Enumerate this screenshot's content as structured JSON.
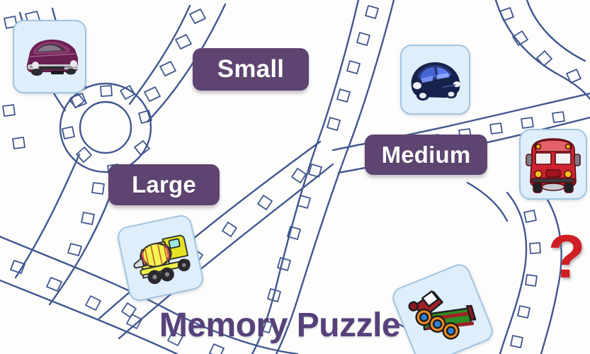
{
  "app": {
    "title": "Memory Puzzle",
    "background_color": "#fdfdfc",
    "accent_color": "#5e4471",
    "title_color": "#56417a",
    "road_line_color": "#41578f",
    "card_fill_color": "#dfeefb",
    "card_border_color": "#9fc4e0",
    "question_color": "#cf1f24"
  },
  "difficulty_buttons": [
    {
      "label": "Small",
      "name": "small-button"
    },
    {
      "label": "Medium",
      "name": "medium-button"
    },
    {
      "label": "Large",
      "name": "large-button"
    }
  ],
  "cards": [
    {
      "name": "card-purple-car",
      "vehicle": "purple-classic-car-icon"
    },
    {
      "name": "card-blue-car",
      "vehicle": "blue-small-car-icon"
    },
    {
      "name": "card-red-bus",
      "vehicle": "red-school-bus-icon"
    },
    {
      "name": "card-cement-truck",
      "vehicle": "yellow-cement-truck-icon"
    },
    {
      "name": "card-train",
      "vehicle": "green-red-train-icon"
    }
  ],
  "help": {
    "symbol": "?"
  }
}
